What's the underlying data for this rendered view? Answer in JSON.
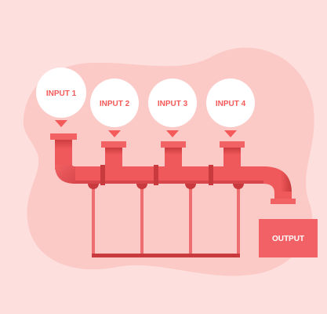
{
  "diagram": {
    "inputs": [
      {
        "label": "INPUT 1"
      },
      {
        "label": "INPUT 2"
      },
      {
        "label": "INPUT 3"
      },
      {
        "label": "INPUT 4"
      }
    ],
    "output": {
      "label": "OUTPUT"
    }
  },
  "colors": {
    "background": "#fde0de",
    "blob": "#fbcac7",
    "pipe": "#f0595b",
    "pipe_dark": "#c83a3e",
    "bubble": "#ffffff",
    "text_accent": "#f45a5a",
    "output_box": "#f26165",
    "rail": "#ee6d70"
  }
}
